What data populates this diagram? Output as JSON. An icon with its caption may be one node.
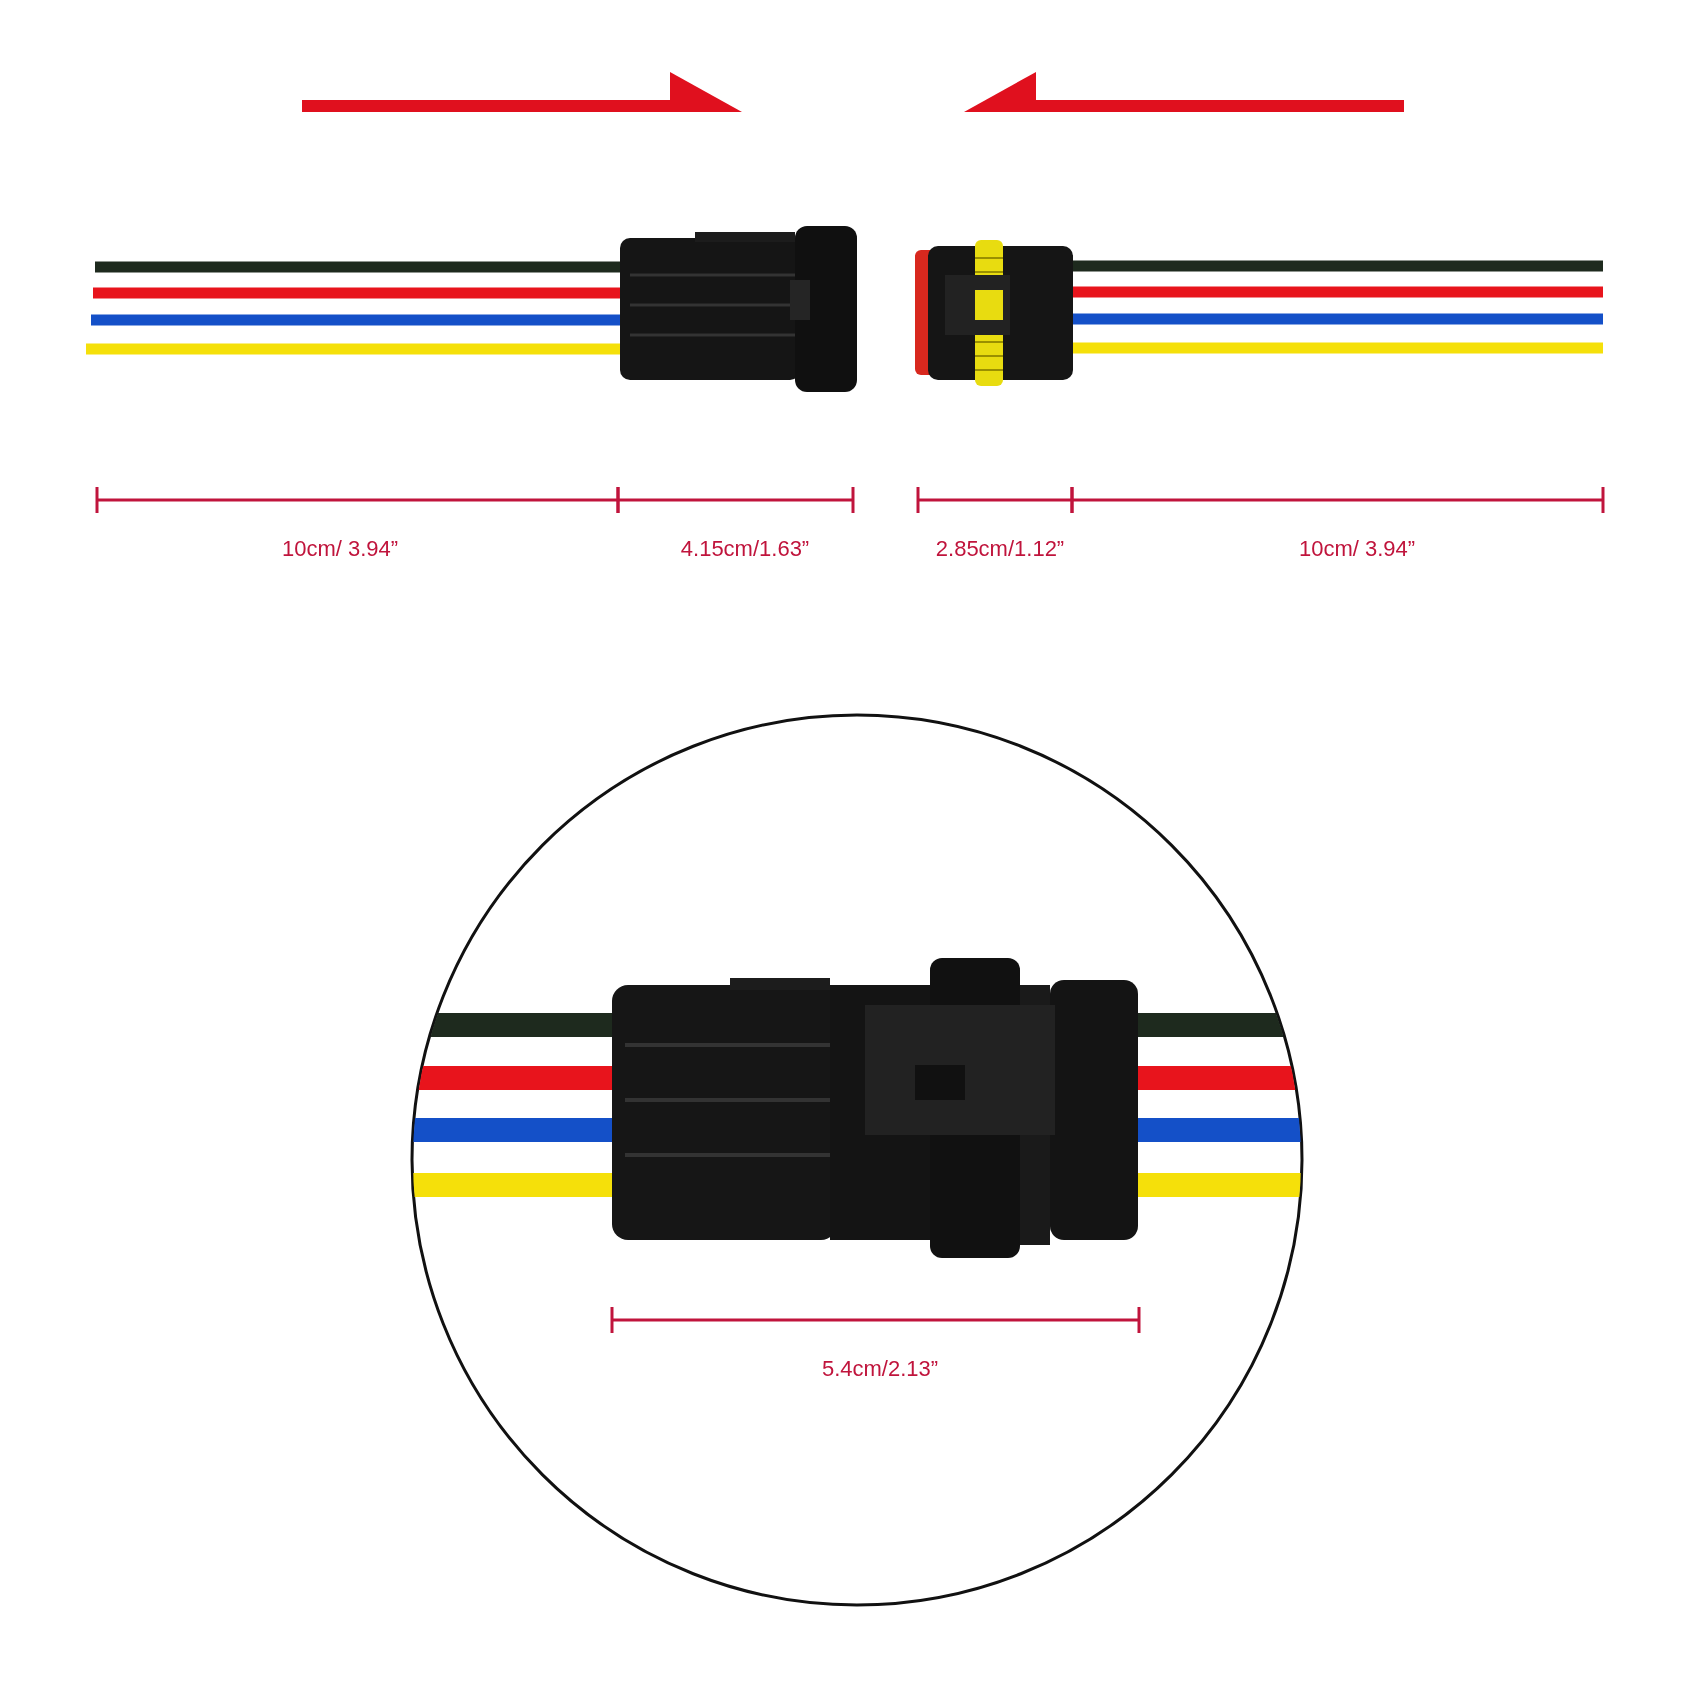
{
  "diagram": {
    "labels": [
      "10cm/ 3.94”",
      "4.15cm/1.63”",
      "2.85cm/1.12”",
      "10cm/ 3.94”",
      "5.4cm/2.13”"
    ]
  }
}
